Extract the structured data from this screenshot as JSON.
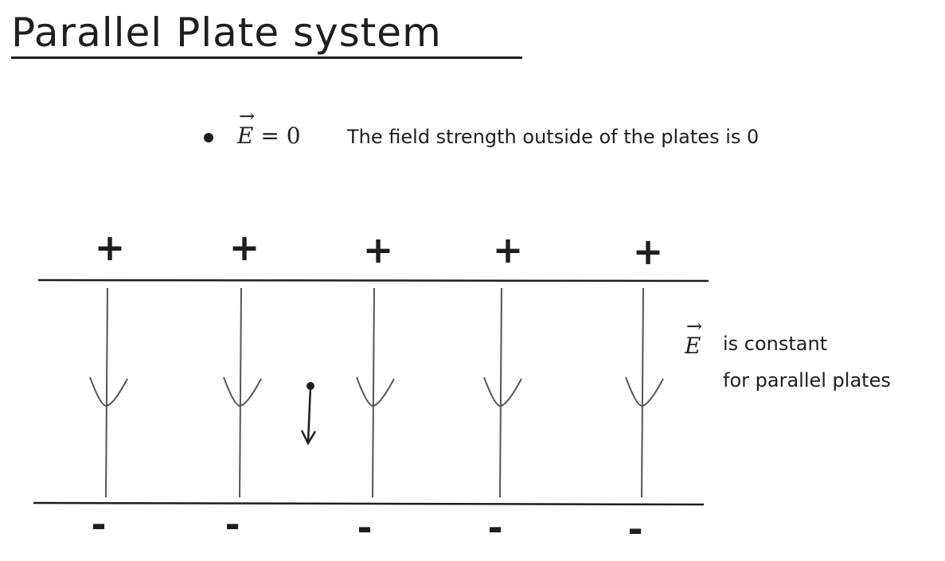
{
  "title": "Parallel Plate system",
  "bullet": {
    "math_symbol": "E",
    "math_rest": " = 0",
    "text": "The field strength outside of the plates is 0"
  },
  "side_note": {
    "math_symbol": "E",
    "line1": "is constant",
    "line2": "for parallel plates"
  },
  "plates": {
    "top_charges": [
      "+",
      "+",
      "+",
      "+",
      "+"
    ],
    "bottom_charges": [
      "-",
      "-",
      "-",
      "-",
      "-"
    ]
  },
  "colors": {
    "ink": "#1e1e1e",
    "field_line": "#555555"
  }
}
